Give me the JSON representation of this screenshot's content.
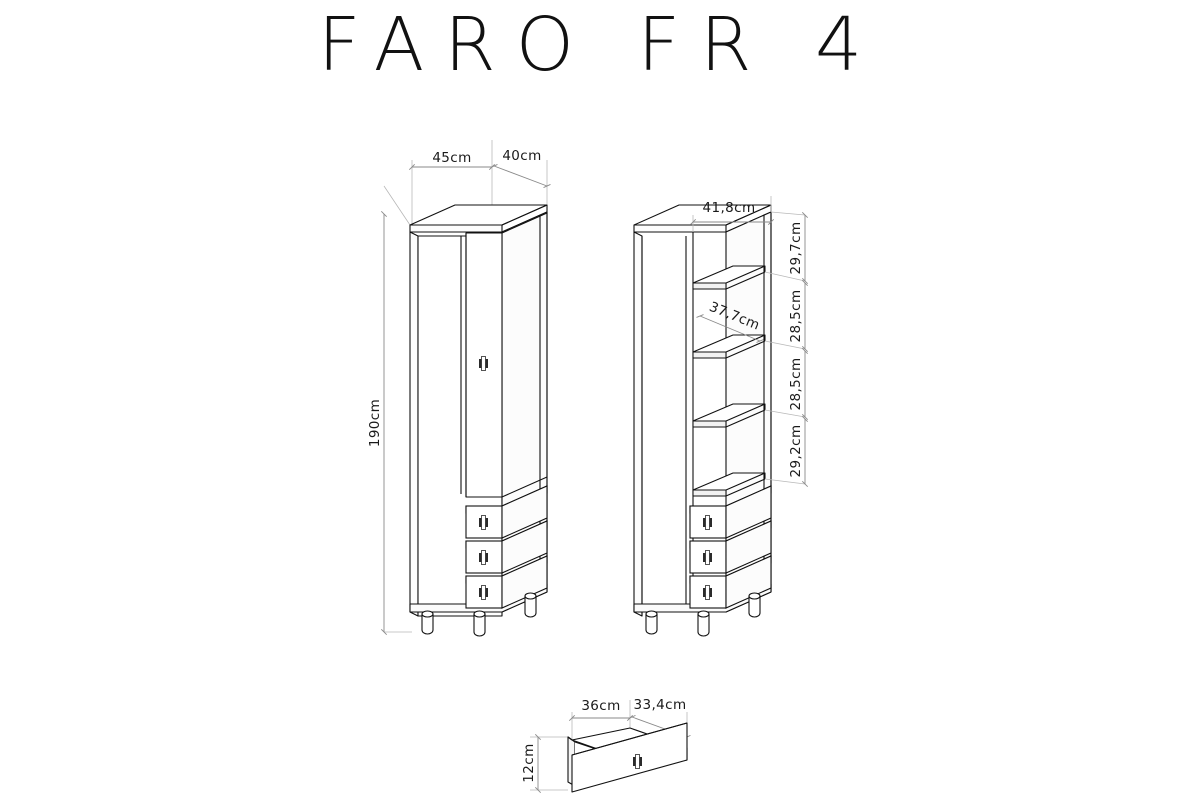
{
  "page": {
    "title": "FARO FR 4",
    "background_color": "#ffffff",
    "line_color": "#111111",
    "dimension_line_color": "#8a8a8a",
    "panel_edge_color": "#6b6b6b"
  },
  "views": {
    "left_cabinet": {
      "name": "Closed cabinet with door and three drawers",
      "dimensions": {
        "width": "45cm",
        "depth": "40cm",
        "height": "190cm"
      },
      "features": {
        "door_count": 1,
        "drawer_count": 3,
        "leg_count": 4,
        "handle": "round-knob"
      }
    },
    "right_cabinet": {
      "name": "Open shelf cabinet with three drawers",
      "dimensions": {
        "inner_width": "41,8cm",
        "shelf_depth": "37,7cm",
        "compartment_1": "29,7cm",
        "compartment_2": "28,5cm",
        "compartment_3": "28,5cm",
        "compartment_4": "29,2cm"
      },
      "features": {
        "shelf_count": 3,
        "drawer_count": 3,
        "leg_count": 4,
        "handle": "round-knob"
      }
    },
    "drawer_detail": {
      "name": "Drawer box detail",
      "dimensions": {
        "width": "36cm",
        "depth": "33,4cm",
        "height": "12cm"
      },
      "features": {
        "handle": "round-knob"
      }
    }
  }
}
